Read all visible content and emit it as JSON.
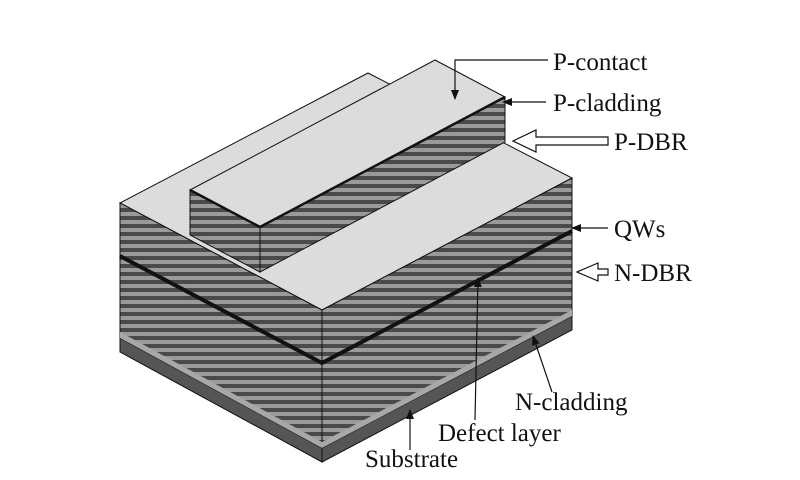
{
  "labels": {
    "p_contact": "P-contact",
    "p_cladding": "P-cladding",
    "p_dbr": "P-DBR",
    "qws": "QWs",
    "n_dbr": "N-DBR",
    "n_cladding": "N-cladding",
    "defect_layer": "Defect layer",
    "substrate": "Substrate"
  },
  "colors": {
    "top_face": "#dcdcdc",
    "layer_dark": "#4a4a4a",
    "layer_light": "#9a9a9a",
    "outline": "#111111",
    "substrate": "#555555",
    "n_cladding": "#a8a8a8"
  }
}
